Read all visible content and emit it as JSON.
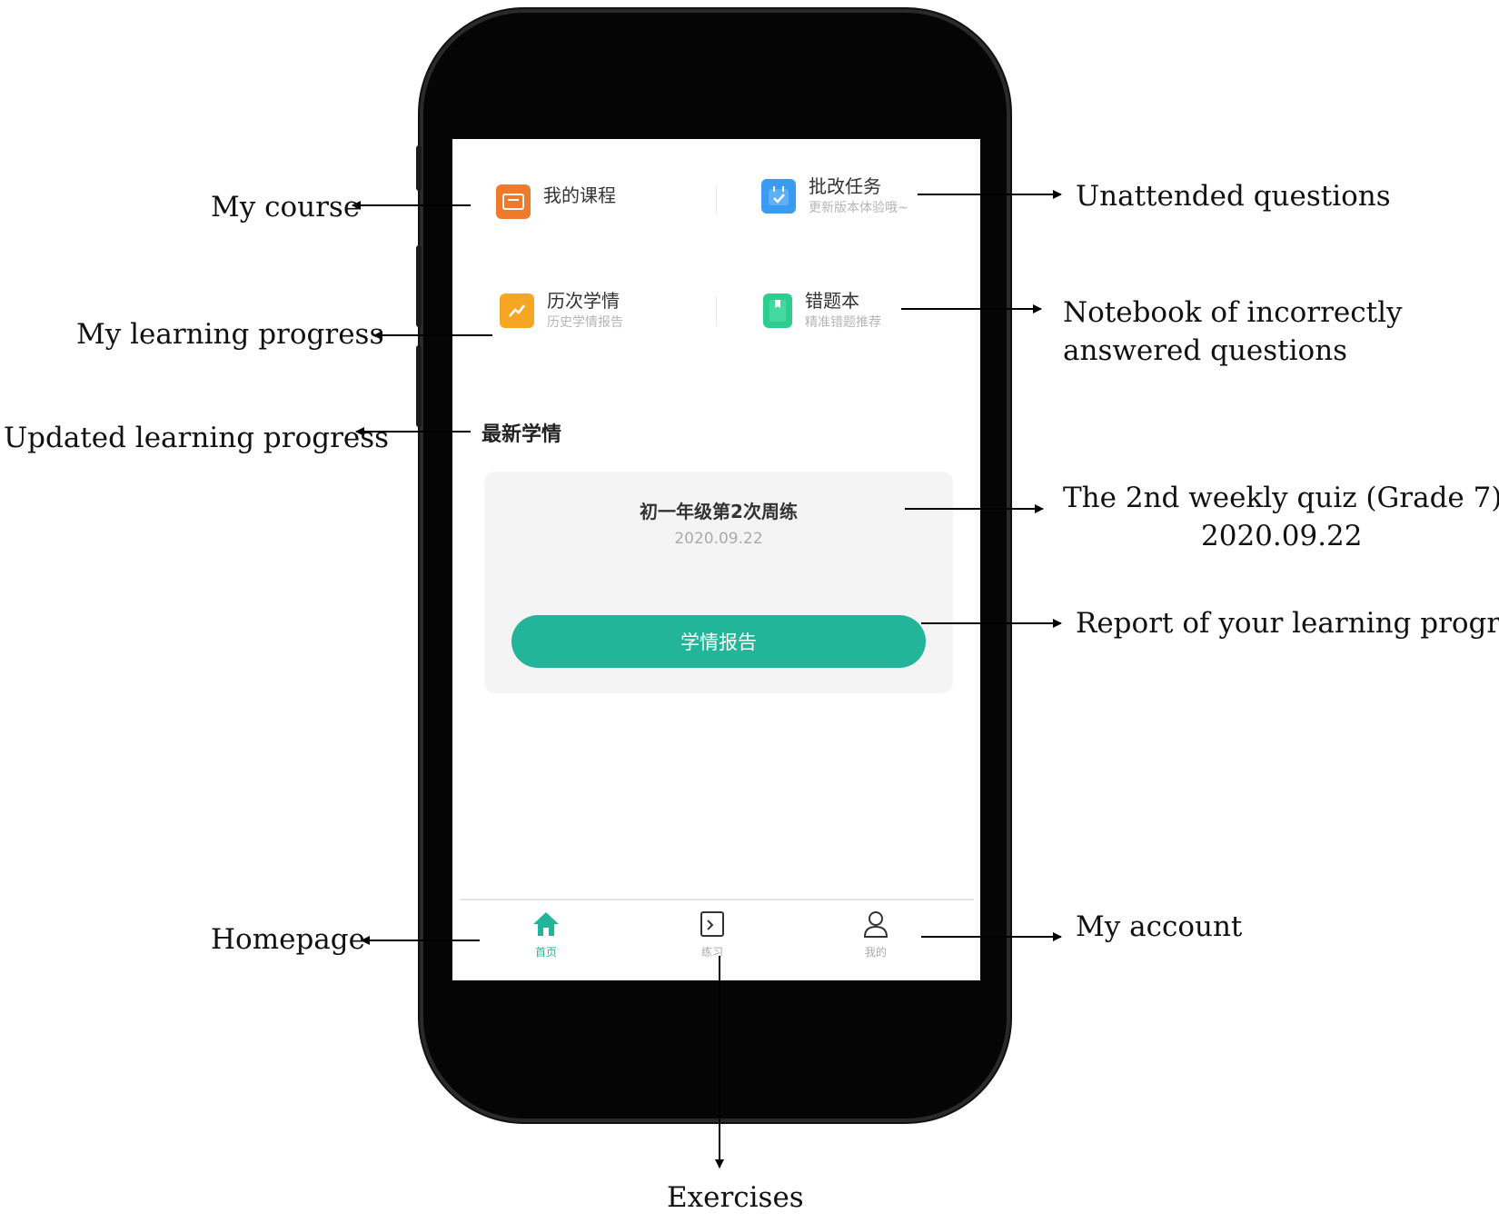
{
  "screen": {
    "my_course": {
      "title": "我的课程"
    },
    "grading_tasks": {
      "title": "批改任务",
      "subtitle": "更新版本体验哦~"
    },
    "history": {
      "title": "历次学情",
      "subtitle": "历史学情报告"
    },
    "wrong_book": {
      "title": "错题本",
      "subtitle": "精准错题推荐"
    },
    "section_title": "最新学情",
    "card": {
      "title": "初一年级第2次周练",
      "date": "2020.09.22",
      "button": "学情报告"
    },
    "tabs": [
      {
        "label": "首页",
        "icon": "home-icon",
        "active": true
      },
      {
        "label": "练习",
        "icon": "exercise-icon",
        "active": false
      },
      {
        "label": "我的",
        "icon": "user-icon",
        "active": false
      }
    ]
  },
  "annotations": {
    "my_course": "My course",
    "unattended": "Unattended questions",
    "learning_progress": "My learning progress",
    "notebook_line1": "Notebook of incorrectly",
    "notebook_line2": "answered questions",
    "updated_progress": "Updated learning progress",
    "quiz_line1": "The 2nd weekly quiz (Grade 7)",
    "quiz_line2": "2020.09.22",
    "report": "Report of your learning progress",
    "homepage": "Homepage",
    "my_account": "My account",
    "exercises": "Exercises"
  },
  "colors": {
    "accent": "#22b59a",
    "course_icon": "#f07a2c",
    "task_icon": "#3a9bf0",
    "history_icon": "#f5a623",
    "wrongbook_icon": "#2ecc8f"
  }
}
